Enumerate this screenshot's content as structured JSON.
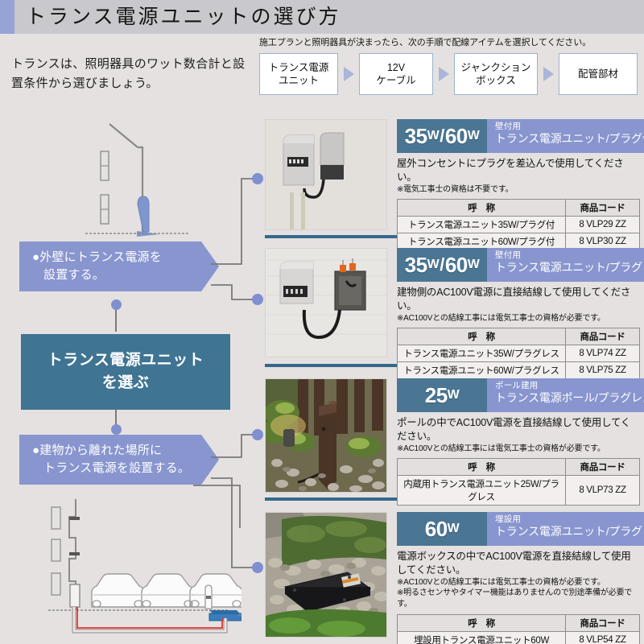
{
  "titlebar": {
    "title": "トランス電源ユニットの選び方"
  },
  "intro": {
    "text": "トランスは、照明器具のワット数合計と設置条件から選びましょう。"
  },
  "flow": {
    "lead": "施工プランと照明器具が決まったら、次の手順で配線アイテムを選択してください。",
    "steps": [
      {
        "line1": "トランス電源",
        "line2": "ユニット"
      },
      {
        "line1": "12V",
        "line2": "ケーブル"
      },
      {
        "line1": "ジャンクション",
        "line2": "ボックス"
      },
      {
        "line1": "配管部材",
        "line2": ""
      }
    ]
  },
  "flowchart": {
    "branch_top": "●外壁にトランス電源を\n設置する。",
    "branch_top_l1": "●外壁にトランス電源を",
    "branch_top_l2": "設置する。",
    "center_l1": "トランス電源ユニット",
    "center_l2": "を選ぶ",
    "branch_bottom_l1": "●建物から離れた場所に",
    "branch_bottom_l2": "トランス電源を設置する。"
  },
  "cards": [
    {
      "watt_main": "35",
      "watt_unit": "W",
      "watt_slash": "/",
      "watt_main2": "60",
      "watt_unit2": "W",
      "use_line1": "壁付用",
      "use_line2": "トランス電源ユニット/プラグ付",
      "desc": "屋外コンセントにプラグを差込んで使用してください。",
      "notes": [
        "※電気工事士の資格は不要です。"
      ],
      "table": {
        "headers": [
          "呼　称",
          "商品コード"
        ],
        "rows": [
          [
            "トランス電源ユニット35W/プラグ付",
            "8 VLP29 ZZ"
          ],
          [
            "トランス電源ユニット60W/プラグ付",
            "8 VLP30 ZZ"
          ]
        ]
      },
      "photo_alt": "wall-mounted-transformer-with-plug"
    },
    {
      "watt_main": "35",
      "watt_unit": "W",
      "watt_slash": "/",
      "watt_main2": "60",
      "watt_unit2": "W",
      "use_line1": "壁付用",
      "use_line2": "トランス電源ユニット/プラグレス",
      "desc": "建物側のAC100V電源に直接結線して使用してください。",
      "notes": [
        "※AC100Vとの結線工事には電気工事士の資格が必要です。"
      ],
      "table": {
        "headers": [
          "呼　称",
          "商品コード"
        ],
        "rows": [
          [
            "トランス電源ユニット35W/プラグレス",
            "8 VLP74 ZZ"
          ],
          [
            "トランス電源ユニット60W/プラグレス",
            "8 VLP75 ZZ"
          ]
        ]
      },
      "photo_alt": "wall-mounted-transformer-plugless"
    },
    {
      "watt_main": "25",
      "watt_unit": "W",
      "watt_slash": "",
      "watt_main2": "",
      "watt_unit2": "",
      "use_line1": "ポール建用",
      "use_line2": "トランス電源ポール/プラグレス",
      "desc": "ポールの中でAC100V電源を直接結線して使用してください。",
      "notes": [
        "※AC100Vとの結線工事には電気工事士の資格が必要です。"
      ],
      "table": {
        "headers": [
          "呼　称",
          "商品コード"
        ],
        "rows": [
          [
            "内蔵用トランス電源ユニット25W/プラグレス",
            "8 VLP73 ZZ"
          ]
        ]
      },
      "photo_alt": "garden-pole-transformer"
    },
    {
      "watt_main": "60",
      "watt_unit": "W",
      "watt_slash": "",
      "watt_main2": "",
      "watt_unit2": "",
      "use_line1": "埋設用",
      "use_line2": "トランス電源ユニット/プラグレス",
      "desc": "電源ボックスの中でAC100V電源を直接結線して使用してください。",
      "notes": [
        "※AC100Vとの結線工事には電気工事士の資格が必要です。",
        "※明るさセンサやタイマー機能はありませんので別途準備が必要です。"
      ],
      "table": {
        "headers": [
          "呼　称",
          "商品コード"
        ],
        "rows": [
          [
            "埋設用トランス電源ユニット60W",
            "8 VLP54 ZZ"
          ]
        ]
      },
      "photo_alt": "buried-transformer-box"
    }
  ],
  "colors": {
    "page_bg": "#e5e1e0",
    "title_bg": "#c9c9cd",
    "title_accent": "#95a3d6",
    "watt_badge": "#4a7694",
    "use_badge": "#8895cf",
    "center_box": "#3f7493",
    "rule": "#35698c",
    "dot": "#7f8fd0",
    "connector": "#7a7a7a"
  }
}
